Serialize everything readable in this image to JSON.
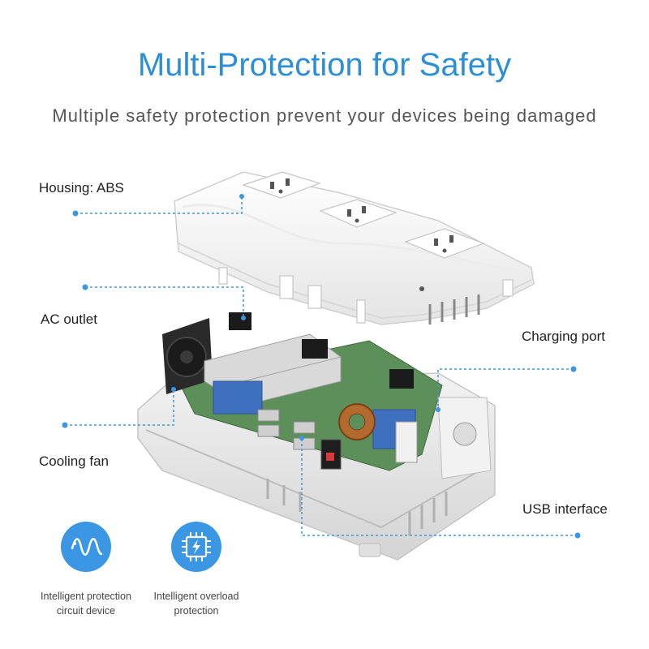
{
  "header": {
    "title": "Multi-Protection for Safety",
    "subtitle": "Multiple safety protection prevent your devices being damaged"
  },
  "callouts": {
    "housing": "Housing: ABS",
    "ac_outlet": "AC outlet",
    "charging_port": "Charging port",
    "cooling_fan": "Cooling fan",
    "usb_interface": "USB interface"
  },
  "features": [
    {
      "line1": "Intelligent protection",
      "line2": "circuit device",
      "icon": "waveform-icon"
    },
    {
      "line1": "Intelligent overload",
      "line2": "protection",
      "icon": "chip-bolt-icon"
    }
  ],
  "colors": {
    "title": "#2c8fd6",
    "callout_line": "#3b97e3",
    "icon_bg": "#3b97e3"
  }
}
